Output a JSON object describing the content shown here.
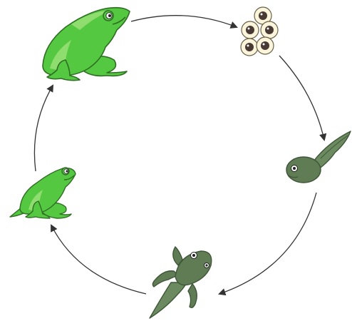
{
  "diagram": {
    "type": "life-cycle",
    "subject": "frog",
    "direction": "clockwise",
    "stages": [
      {
        "id": "adult-frog",
        "icon": "adult-frog-icon"
      },
      {
        "id": "frog-eggs",
        "icon": "frog-eggs-icon"
      },
      {
        "id": "tadpole",
        "icon": "tadpole-icon"
      },
      {
        "id": "tadpole-with-legs",
        "icon": "tadpole-with-legs-icon"
      },
      {
        "id": "froglet",
        "icon": "froglet-icon"
      }
    ]
  },
  "colors": {
    "frog_green": "#55c842",
    "frog_green_light": "#8fdd6e",
    "frog_outline": "#2f6e23",
    "tadpole_body": "#5f7c55",
    "tadpole_dark": "#3f5639",
    "egg_jelly": "#fbf5dc",
    "egg_core": "#4a3a34",
    "arrow": "#333333"
  }
}
